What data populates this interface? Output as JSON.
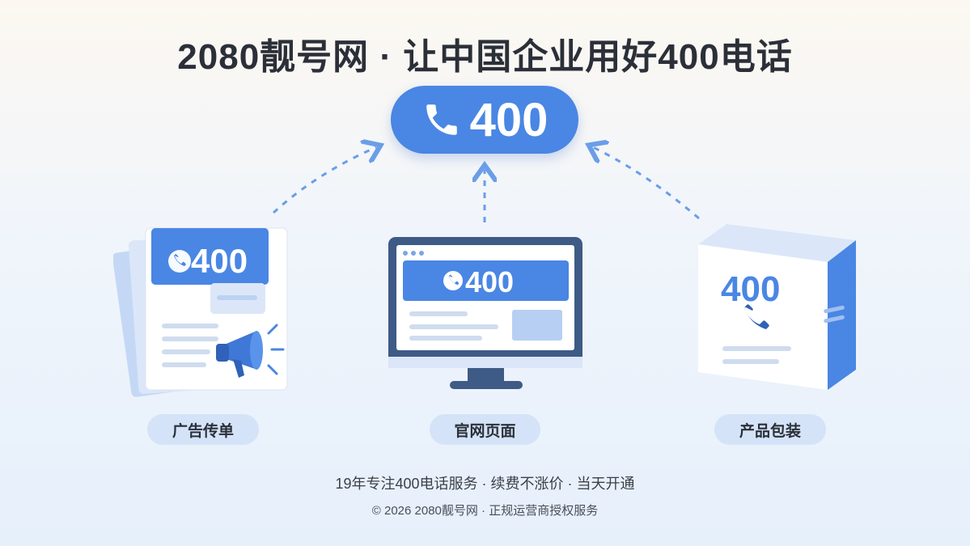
{
  "header": {
    "title": "2080靓号网 · 让中国企业用好400电话"
  },
  "hero": {
    "number": "400",
    "icon": "phone-icon",
    "accent": "#4a86e4"
  },
  "cards": [
    {
      "label": "广告传单",
      "number": "400",
      "icon": "megaphone-icon"
    },
    {
      "label": "官网页面",
      "number": "400",
      "icon": "monitor-icon"
    },
    {
      "label": "产品包装",
      "number": "400",
      "icon": "box-icon"
    }
  ],
  "footer": {
    "tagline": "19年专注400电话服务 · 续费不涨价 · 当天开通",
    "copyright": "© 2026 2080靓号网 · 正规运营商授权服务"
  },
  "colors": {
    "primary": "#4a86e4",
    "label_bg": "#d4e3f8",
    "dark": "#2b2f38",
    "monitor": "#3e5a86"
  }
}
